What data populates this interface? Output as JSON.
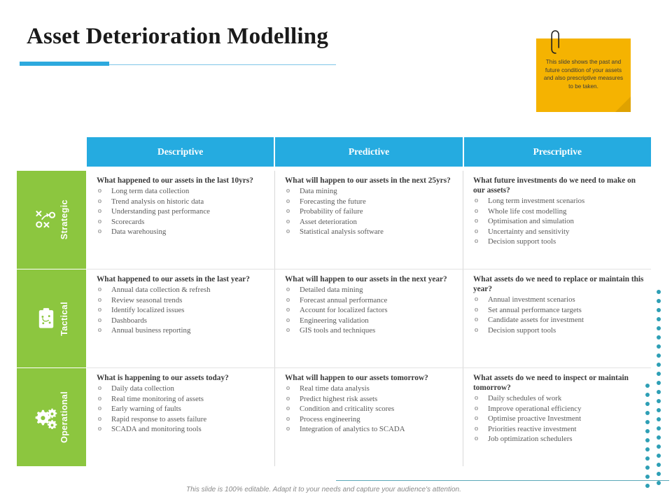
{
  "slide": {
    "title": "Asset Deterioration Modelling",
    "footer_note": "This slide is 100% editable. Adapt it to your needs and capture your audience's attention."
  },
  "sticky_note": {
    "icon": "paperclip-icon",
    "text": "This slide shows the past and future condition of your assets and also prescriptive measures to be taken.",
    "color": "#F5B301"
  },
  "colors": {
    "header_blue": "#25ABE0",
    "row_green": "#8CC63F",
    "accent_rule": "#2DA9DE",
    "dots_teal": "#2E9FB5"
  },
  "matrix": {
    "column_headers": [
      {
        "label": "Descriptive"
      },
      {
        "label": "Predictive"
      },
      {
        "label": "Prescriptive"
      }
    ],
    "rows": [
      {
        "label": "Strategic",
        "icon": "strategy-board-icon",
        "cells": [
          {
            "question": "What happened to our assets in the last 10yrs?",
            "items": [
              "Long term data collection",
              "Trend analysis  on historic data",
              "Understanding past performance",
              "Scorecards",
              "Data warehousing"
            ]
          },
          {
            "question": "What will happen to our assets in the next 25yrs?",
            "items": [
              "Data mining",
              "Forecasting the future",
              "Probability of failure",
              "Asset deterioration",
              "Statistical analysis software"
            ]
          },
          {
            "question": "What future investments do we need to make on our assets?",
            "items": [
              "Long term investment scenarios",
              "Whole life cost modelling",
              "Optimisation and simulation",
              "Uncertainty and sensitivity",
              "Decision support tools"
            ]
          }
        ]
      },
      {
        "label": "Tactical",
        "icon": "clipboard-icon",
        "cells": [
          {
            "question": "What happened to our assets in the last year?",
            "items": [
              "Annual data collection  & refresh",
              "Review seasonal trends",
              "Identify localized issues",
              "Dashboards",
              "Annual business reporting"
            ]
          },
          {
            "question": "What will happen to our assets in the next year?",
            "items": [
              "Detailed data mining",
              "Forecast annual performance",
              "Account for localized factors",
              "Engineering validation",
              "GIS tools and techniques"
            ]
          },
          {
            "question": "What assets do we need to replace or maintain this year?",
            "items": [
              "Annual investment scenarios",
              "Set annual performance targets",
              "Candidate assets for investment",
              "Decision support tools"
            ]
          }
        ]
      },
      {
        "label": "Operational",
        "icon": "gears-icon",
        "cells": [
          {
            "question": "What is happening to our assets today?",
            "items": [
              "Daily data collection",
              "Real time monitoring of assets",
              "Early warning of faults",
              "Rapid response to assets failure",
              "SCADA and monitoring tools"
            ]
          },
          {
            "question": "What will happen to our assets tomorrow?",
            "items": [
              "Real time data analysis",
              "Predict highest risk assets",
              "Condition and criticality scores",
              "Process engineering",
              "Integration of analytics to SCADA"
            ]
          },
          {
            "question": "What assets do we need to inspect or maintain tomorrow?",
            "items": [
              "Daily schedules of work",
              "Improve operational efficiency",
              "Optimise proactive Investment",
              "Priorities reactive investment",
              "Job optimization schedulers"
            ]
          }
        ]
      }
    ]
  }
}
